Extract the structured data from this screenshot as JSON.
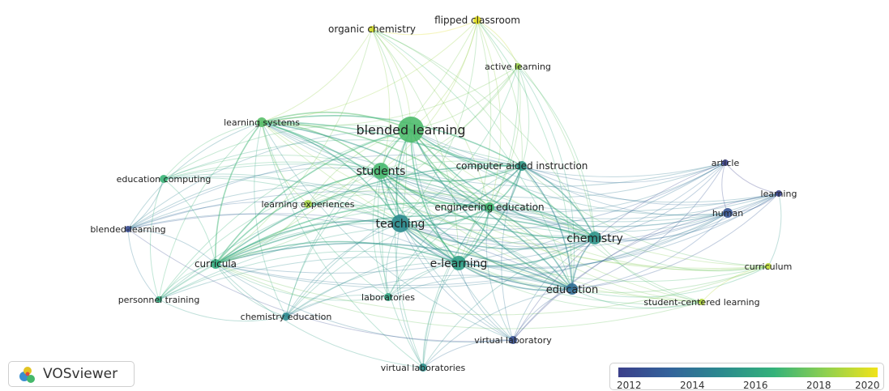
{
  "brand": {
    "name": "VOSviewer"
  },
  "legend": {
    "ticks": [
      "2012",
      "2014",
      "2016",
      "2018",
      "2020"
    ],
    "colors": [
      "#3b3f8a",
      "#33639b",
      "#2b8a8e",
      "#34b27a",
      "#8fd04f",
      "#f1e31a"
    ]
  },
  "nodes": [
    {
      "id": "organic-chemistry",
      "label": "organic chemistry",
      "year": 2020
    },
    {
      "id": "flipped-classroom",
      "label": "flipped classroom",
      "year": 2020.3
    },
    {
      "id": "active-learning",
      "label": "active learning",
      "year": 2019
    },
    {
      "id": "learning-systems",
      "label": "learning systems",
      "year": 2017.8
    },
    {
      "id": "blended-learning-main",
      "label": "blended learning",
      "year": 2017.6
    },
    {
      "id": "students",
      "label": "students",
      "year": 2017.5
    },
    {
      "id": "computer-aided-instruction",
      "label": "computer aided instruction",
      "year": 2016
    },
    {
      "id": "education-computing",
      "label": "education computing",
      "year": 2017.2
    },
    {
      "id": "learning-experiences",
      "label": "learning experiences",
      "year": 2019.2
    },
    {
      "id": "engineering-education",
      "label": "engineering education",
      "year": 2017.4
    },
    {
      "id": "teaching",
      "label": "teaching",
      "year": 2015.4
    },
    {
      "id": "blended-learning-2",
      "label": "blended-learning",
      "year": 2012.5
    },
    {
      "id": "chemistry",
      "label": "chemistry",
      "year": 2015.8
    },
    {
      "id": "curricula",
      "label": "curricula",
      "year": 2016.8
    },
    {
      "id": "e-learning",
      "label": "e-learning",
      "year": 2016.2
    },
    {
      "id": "education",
      "label": "education",
      "year": 2014.2
    },
    {
      "id": "personnel-training",
      "label": "personnel training",
      "year": 2016.8
    },
    {
      "id": "laboratories",
      "label": "laboratories",
      "year": 2016.5
    },
    {
      "id": "chemistry-education",
      "label": "chemistry education",
      "year": 2015.3
    },
    {
      "id": "virtual-laboratory",
      "label": "virtual laboratory",
      "year": 2012.8
    },
    {
      "id": "virtual-laboratories",
      "label": "virtual laboratories",
      "year": 2015.6
    },
    {
      "id": "article",
      "label": "article",
      "year": 2012
    },
    {
      "id": "learning",
      "label": "learning",
      "year": 2012.2
    },
    {
      "id": "human",
      "label": "human",
      "year": 2013
    },
    {
      "id": "curriculum",
      "label": "curriculum",
      "year": 2019.6
    },
    {
      "id": "student-centered-learning",
      "label": "student-centered learning",
      "year": 2019.4
    }
  ]
}
